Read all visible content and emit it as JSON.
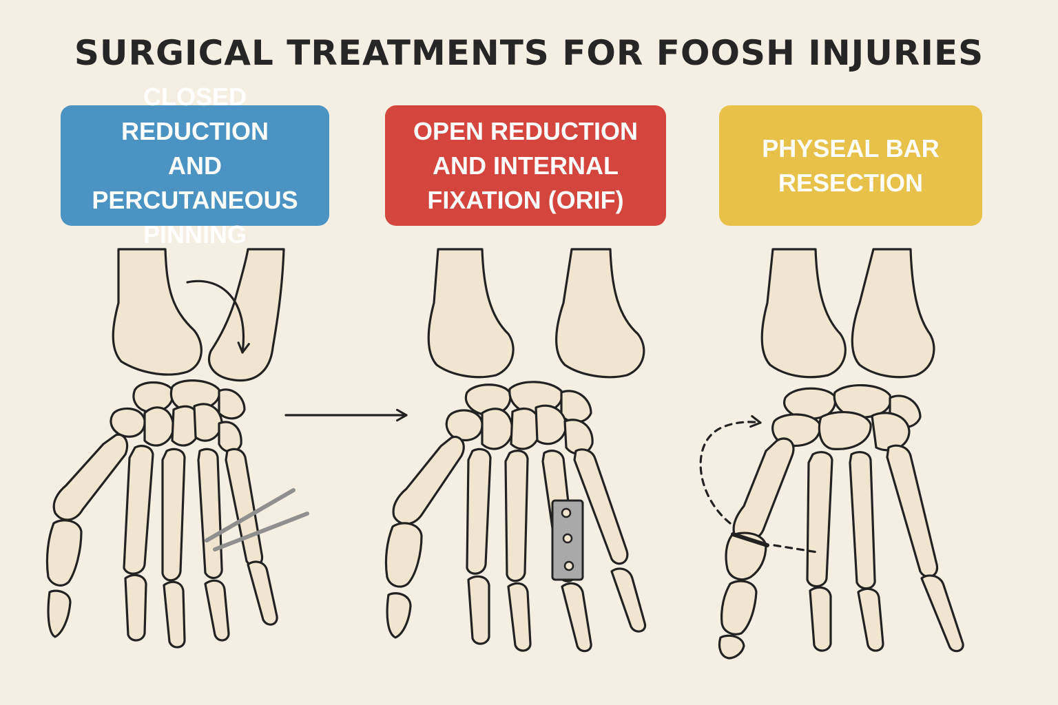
{
  "title": "SURGICAL TREATMENTS FOR FOOSH INJURIES",
  "panels": [
    {
      "label": "CLOSED REDUCTION\nAND PERCUTANEOUS\nPINNING",
      "color": "#4a93c2"
    },
    {
      "label": "OPEN REDUCTION\nAND INTERNAL\nFIXATION (ORIF)",
      "color": "#d4463d"
    },
    {
      "label": "PHYSEAL BAR\nRESECTION",
      "color": "#e8c14a"
    }
  ],
  "colors": {
    "background": "#f5efe3",
    "bone_fill": "#f2e5cf",
    "outline": "#222222",
    "implant": "#a9a9a9"
  },
  "icons": [
    "reduction-arrow-icon",
    "progression-arrow-icon",
    "pin-icon",
    "plate-icon",
    "screw-icon",
    "dashed-arrow-icon"
  ]
}
